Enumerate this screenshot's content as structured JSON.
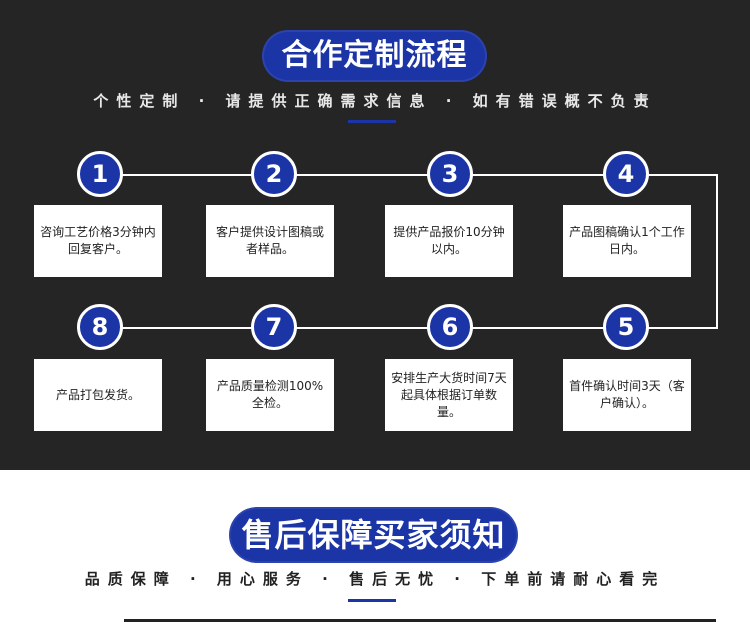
{
  "section1": {
    "title": "合作定制流程",
    "subtitle": "个性定制 · 请提供正确需求信息 · 如有错误概不负责",
    "steps": [
      {
        "number": "1",
        "text": "咨询工艺价格3分钟内回复客户。"
      },
      {
        "number": "2",
        "text": "客户提供设计图稿或者样品。"
      },
      {
        "number": "3",
        "text": "提供产品报价10分钟以内。"
      },
      {
        "number": "4",
        "text": "产品图稿确认1个工作日内。"
      },
      {
        "number": "5",
        "text": "首件确认时间3天（客户确认）。"
      },
      {
        "number": "6",
        "text": "安排生产大货时间7天起具体根据订单数量。"
      },
      {
        "number": "7",
        "text": "产品质量检测100%全检。"
      },
      {
        "number": "8",
        "text": "产品打包发货。"
      }
    ]
  },
  "section2": {
    "title": "售后保障买家须知",
    "subtitle": "品质保障 · 用心服务 · 售后无忧 · 下单前请耐心看完"
  },
  "colors": {
    "accent": "#1b34a6",
    "dark_bg": "#252525"
  }
}
